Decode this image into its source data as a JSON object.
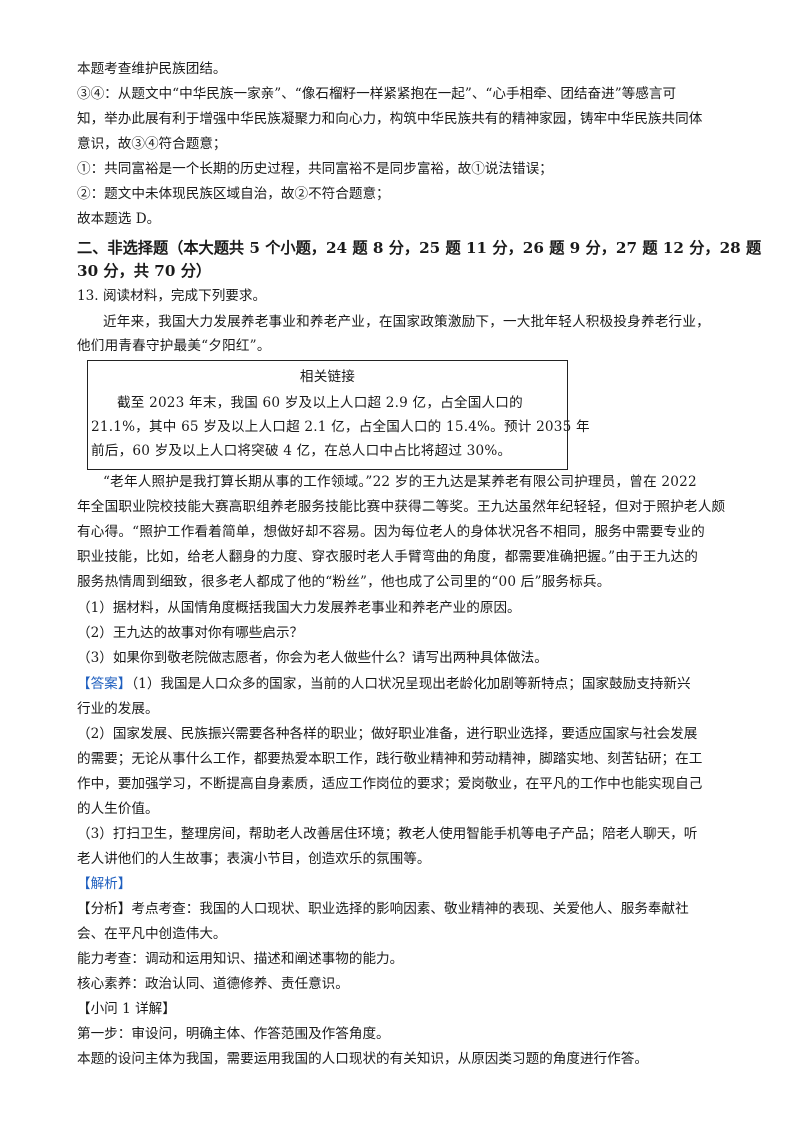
{
  "lines": {
    "l01": "本题考查维护民族团结。",
    "l02": "③④：从题文中“中华民族一家亲”、“像石榴籽一样紧紧抱在一起”、“心手相牵、团结奋进”等感言可",
    "l03": "知，举办此展有利于增强中华民族凝聚力和向心力，构筑中华民族共有的精神家园，铸牢中华民族共同体",
    "l04": "意识，故③④符合题意；",
    "l05": "①：共同富裕是一个长期的历史过程，共同富裕不是同步富裕，故①说法错误；",
    "l06": "②：题文中未体现民族区域自治，故②不符合题意；",
    "l07": "故本题选 D。",
    "section_title_1": "二、非选择题（本大题共 5 个小题，24 题 8 分，25 题 11 分，26 题 9 分，27 题 12 分，28 题",
    "section_title_2": "30 分，共 70 分）",
    "q13": "13. 阅读材料，完成下列要求。",
    "m1": "近年来，我国大力发展养老事业和养老产业，在国家政策激励下，一大批年轻人积极投身养老行业，",
    "m2": "他们用青春守护最美“夕阳红”。",
    "box_title": "相关链接",
    "b1": "截至 2023 年末，我国 60 岁及以上人口超 2.9 亿，占全国人口的",
    "b2": "21.1%，其中 65 岁及以上人口超 2.1 亿，占全国人口的 15.4%。预计 2035 年",
    "b3": "前后，60 岁及以上人口将突破 4 亿，在总人口中占比将超过 30%。",
    "m3": "“老年人照护是我打算长期从事的工作领域。”22 岁的王九达是某养老有限公司护理员，曾在 2022",
    "m4": "年全国职业院校技能大赛高职组养老服务技能比赛中获得二等奖。王九达虽然年纪轻轻，但对于照护老人颇",
    "m5": "有心得。“照护工作看着简单，想做好却不容易。因为每位老人的身体状况各不相同，服务中需要专业的",
    "m6": "职业技能，比如，给老人翻身的力度、穿衣服时老人手臂弯曲的角度，都需要准确把握。”由于王九达的",
    "m7": "服务热情周到细致，很多老人都成了他的“粉丝”，他也成了公司里的“00 后”服务标兵。",
    "s1": "（1）据材料，从国情角度概括我国大力发展养老事业和养老产业的原因。",
    "s2": "（2）王九达的故事对你有哪些启示？",
    "s3": "（3）如果你到敬老院做志愿者，你会为老人做些什么？请写出两种具体做法。",
    "answer_tag": "【答案】",
    "a1": "（1）我国是人口众多的国家，当前的人口状况呈现出老龄化加剧等新特点；国家鼓励支持新兴",
    "a1b": "行业的发展。",
    "a2": "（2）国家发展、民族振兴需要各种各样的职业；做好职业准备，进行职业选择，要适应国家与社会发展",
    "a2b": "的需要；无论从事什么工作，都要热爱本职工作，践行敬业精神和劳动精神，脚踏实地、刻苦钻研；在工",
    "a2c": "作中，要加强学习，不断提高自身素质，适应工作岗位的要求；爱岗敬业，在平凡的工作中也能实现自己",
    "a2d": "的人生价值。",
    "a3": "（3）打扫卫生，整理房间，帮助老人改善居住环境；教老人使用智能手机等电子产品；陪老人聊天，听",
    "a3b": "老人讲他们的人生故事；表演小节目，创造欢乐的氛围等。",
    "analysis_tag": "【解析】",
    "f1": "【分析】考点考查：我国的人口现状、职业选择的影响因素、敬业精神的表现、关爱他人、服务奉献社",
    "f1b": "会、在平凡中创造伟大。",
    "f2": "能力考查：调动和运用知识、描述和阐述事物的能力。",
    "f3": "核心素养：政治认同、道德修养、责任意识。",
    "sub1": "【小问 1 详解】",
    "step1": "第一步：审设问，明确主体、作答范围及作答角度。",
    "step1b": "本题的设问主体为我国，需要运用我国的人口现状的有关知识，从原因类习题的角度进行作答。"
  },
  "colors": {
    "accent": "#1f5fbf",
    "text": "#1a1a1a"
  }
}
